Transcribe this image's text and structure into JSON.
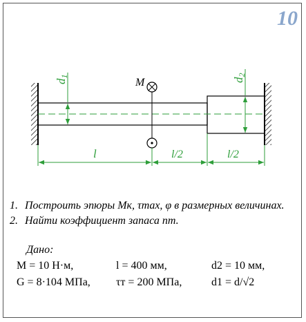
{
  "badge": "10",
  "labels": {
    "moment": "M",
    "d1": "d",
    "d1_sub": "1",
    "d2": "d",
    "d2_sub": "2",
    "len_l": "l",
    "len_l2a": "l/2",
    "len_l2b": "l/2"
  },
  "tasks": [
    {
      "num": "1.",
      "text": "Построить эпюры Mк, τmax, φ в размерных величинах."
    },
    {
      "num": "2.",
      "text": "Найти коэффициент запаса nт."
    }
  ],
  "given_title": "Дано:",
  "given": {
    "r1c1": "M = 10 Н·м,",
    "r1c2": "l = 400 мм,",
    "r1c3": "d2 = 10 мм,",
    "r2c1": "G = 8·104 МПа,",
    "r2c2": "τт = 200 МПа,",
    "r2c3": "d1 = d/√2"
  },
  "colors": {
    "accent": "#8aa6cc",
    "dim": "#2e9e3a",
    "line": "#000000"
  }
}
